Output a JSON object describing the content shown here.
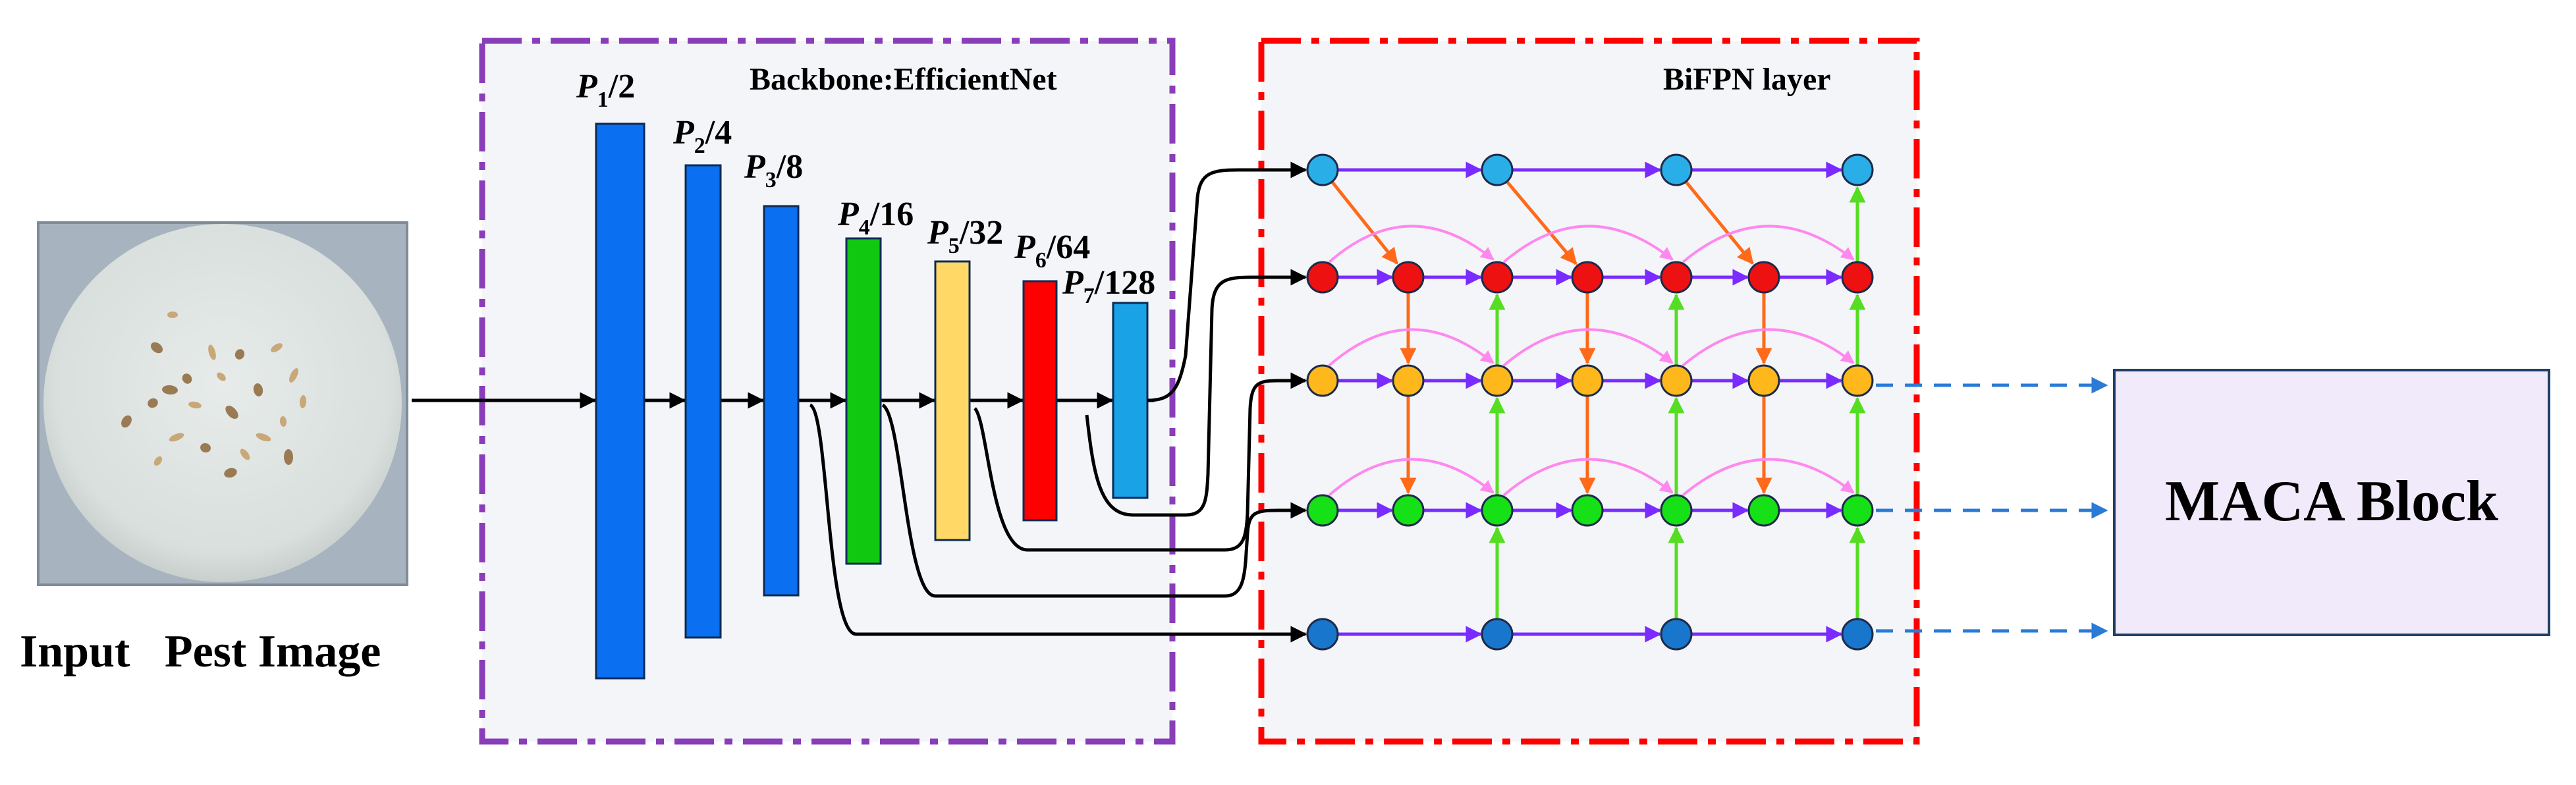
{
  "input": {
    "caption": "Input   Pest Image"
  },
  "backbone": {
    "title": "Backbone:EfficientNet",
    "levels": [
      {
        "p": "P",
        "sub": "1",
        "ratio": "/2",
        "color": "#0a6ff0"
      },
      {
        "p": "P",
        "sub": "2",
        "ratio": "/4",
        "color": "#0a6ff0"
      },
      {
        "p": "P",
        "sub": "3",
        "ratio": "/8",
        "color": "#0a6ff0"
      },
      {
        "p": "P",
        "sub": "4",
        "ratio": "/16",
        "color": "#11c811"
      },
      {
        "p": "P",
        "sub": "5",
        "ratio": "/32",
        "color": "#ffd866"
      },
      {
        "p": "P",
        "sub": "6",
        "ratio": "/64",
        "color": "#ff0000"
      },
      {
        "p": "P",
        "sub": "7",
        "ratio": "/128",
        "color": "#1aa2e6"
      }
    ]
  },
  "bifpn": {
    "title": "BiFPN layer",
    "row_colors": [
      "#29aee8",
      "#ee1111",
      "#ffb81c",
      "#16e016",
      "#1877cc"
    ]
  },
  "output": {
    "label": "MACA Block"
  },
  "colors": {
    "backbone_border": "#8a3db8",
    "bifpn_border": "#ff0000",
    "panel_bg": "#f3f5f8",
    "lateral_arrow": "#7a2bff",
    "topdown_arrow": "#ff6a1a",
    "bottomup_arrow": "#55dd22",
    "skip_arrow": "#ff88ee",
    "output_arrow": "#2a7ad6",
    "maca_fill": "#f1eafb",
    "maca_border": "#1f3f66"
  }
}
